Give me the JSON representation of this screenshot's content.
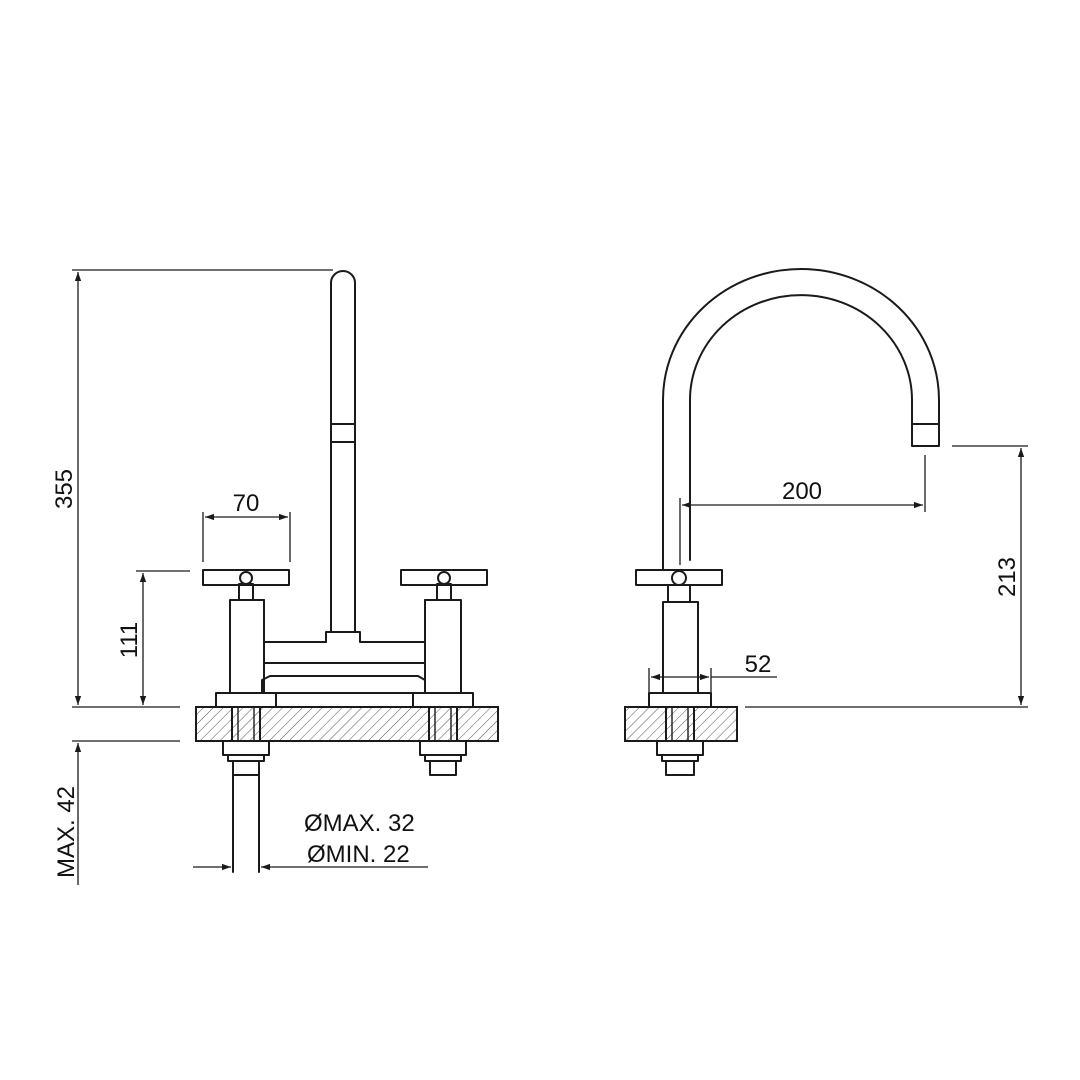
{
  "front_view": {
    "dimensions": {
      "overall_height": "355",
      "handle_width": "70",
      "handle_height": "111",
      "max_deck_thickness": "MAX. 42",
      "hole_max_diameter": "ØMAX. 32",
      "hole_min_diameter": "ØMIN. 22"
    }
  },
  "side_view": {
    "dimensions": {
      "spout_reach": "200",
      "spout_clearance": "213",
      "base_diameter": "52"
    }
  },
  "colors": {
    "line": "#1a1a1a",
    "background": "#ffffff"
  }
}
